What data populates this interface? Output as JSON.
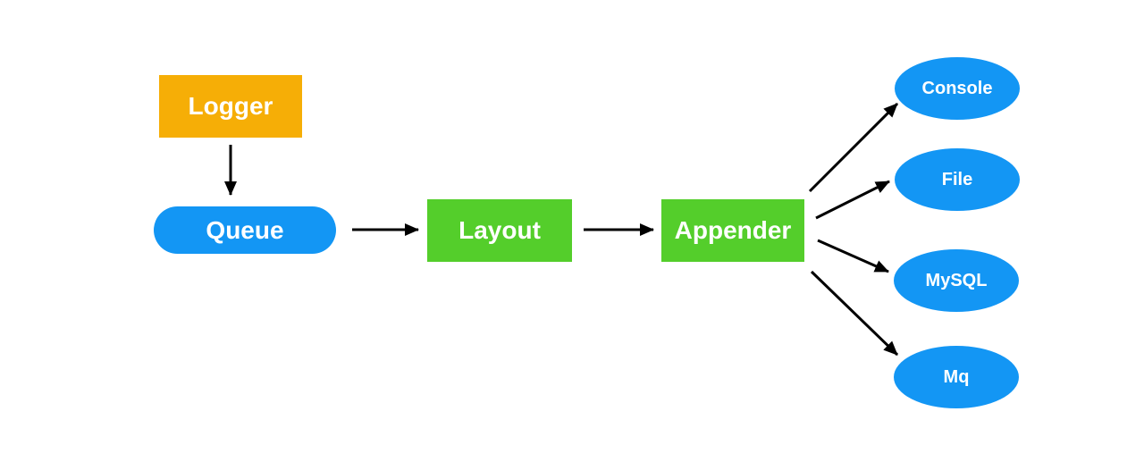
{
  "diagram": {
    "nodes": {
      "logger": {
        "label": "Logger",
        "shape": "rect",
        "color": "#F6AE06"
      },
      "queue": {
        "label": "Queue",
        "shape": "pill",
        "color": "#1396F4"
      },
      "layout": {
        "label": "Layout",
        "shape": "rect",
        "color": "#54CE2B"
      },
      "appender": {
        "label": "Appender",
        "shape": "rect",
        "color": "#54CE2B"
      },
      "console": {
        "label": "Console",
        "shape": "ellipse",
        "color": "#1396F4"
      },
      "file": {
        "label": "File",
        "shape": "ellipse",
        "color": "#1396F4"
      },
      "mysql": {
        "label": "MySQL",
        "shape": "ellipse",
        "color": "#1396F4"
      },
      "mq": {
        "label": "Mq",
        "shape": "ellipse",
        "color": "#1396F4"
      }
    },
    "edges": [
      {
        "from": "logger",
        "to": "queue"
      },
      {
        "from": "queue",
        "to": "layout"
      },
      {
        "from": "layout",
        "to": "appender"
      },
      {
        "from": "appender",
        "to": "console"
      },
      {
        "from": "appender",
        "to": "file"
      },
      {
        "from": "appender",
        "to": "mysql"
      },
      {
        "from": "appender",
        "to": "mq"
      }
    ],
    "colors": {
      "arrow": "#000000",
      "background": "#FFFFFF",
      "text": "#FFFFFF"
    }
  }
}
